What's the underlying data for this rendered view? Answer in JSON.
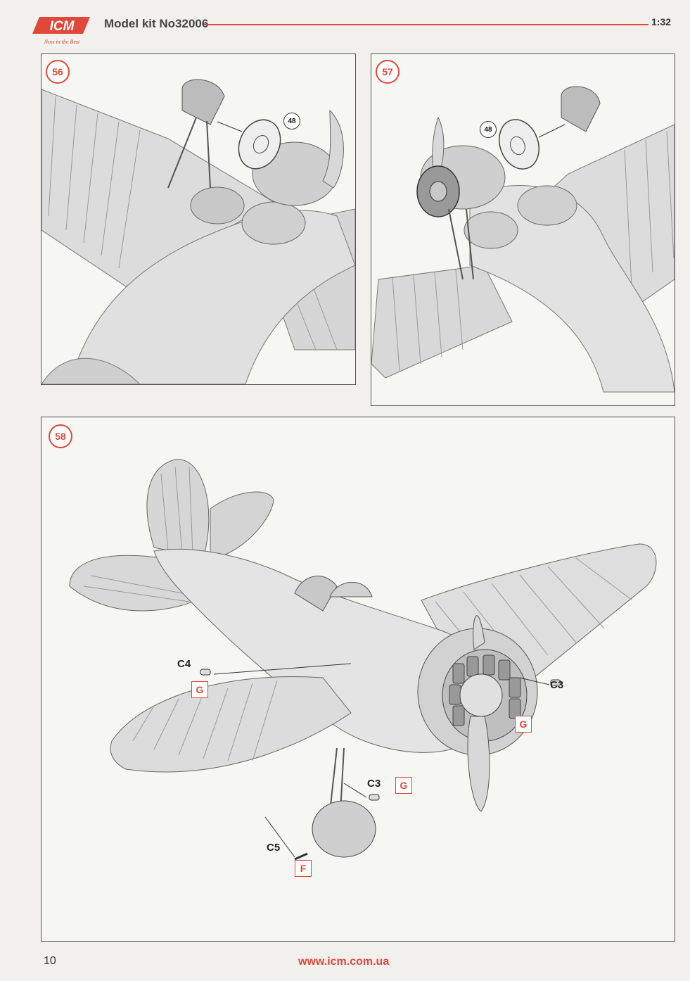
{
  "header": {
    "brand": "ICM",
    "tagline": "Now in the Best",
    "title": "Model kit No32006",
    "scale": "1:32"
  },
  "steps": [
    {
      "number": "56",
      "ref_part": "48"
    },
    {
      "number": "57",
      "ref_part": "48"
    },
    {
      "number": "58",
      "parts": [
        {
          "label": "C4",
          "sprue": "G"
        },
        {
          "label": "C3",
          "sprue": "G"
        },
        {
          "label": "C3",
          "sprue": "G"
        },
        {
          "label": "C5",
          "sprue": "F"
        }
      ]
    }
  ],
  "footer": {
    "page_number": "10",
    "website": "www.icm.com.ua"
  },
  "colors": {
    "accent": "#e0483a",
    "panel_border": "#555555",
    "aircraft_fill": "#dcdcdc"
  }
}
